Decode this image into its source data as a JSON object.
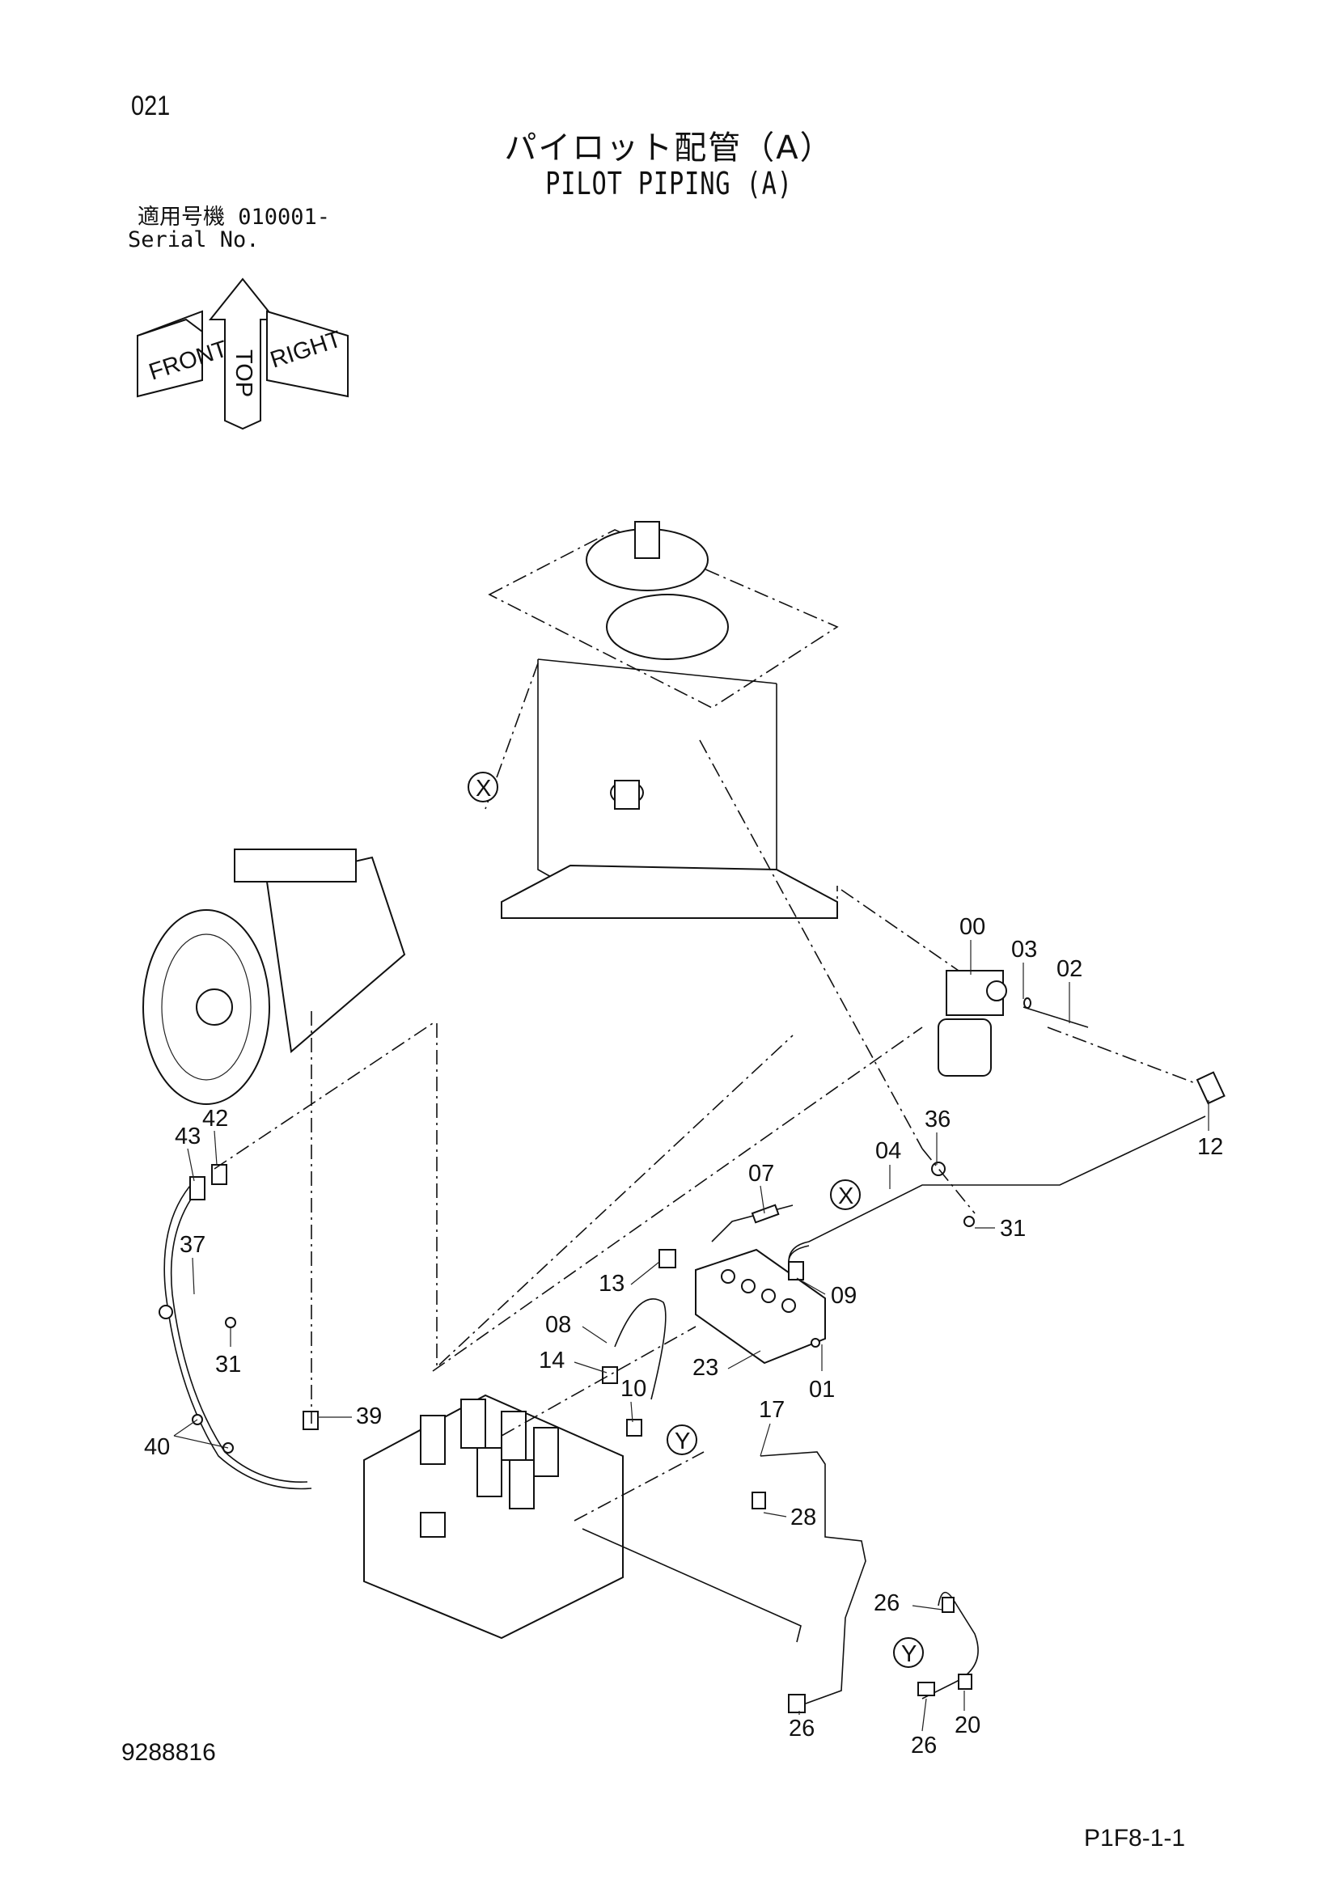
{
  "header": {
    "page_code": "021",
    "title_jp": "パイロット配管（A）",
    "title_en": "PILOT PIPING (A)",
    "serial_label_jp": "適用号機",
    "serial_value": "010001-",
    "serial_label_en": "Serial No."
  },
  "orientation": {
    "top": "TOP",
    "front": "FRONT",
    "right": "RIGHT"
  },
  "callouts": {
    "x_marker": "X",
    "y_marker": "Y",
    "p00": "00",
    "p01": "01",
    "p02": "02",
    "p03": "03",
    "p04": "04",
    "p07": "07",
    "p08": "08",
    "p09": "09",
    "p10": "10",
    "p12": "12",
    "p13": "13",
    "p14": "14",
    "p17": "17",
    "p20": "20",
    "p23": "23",
    "p26": "26",
    "p28": "28",
    "p31": "31",
    "p36": "36",
    "p37": "37",
    "p39": "39",
    "p40": "40",
    "p42": "42",
    "p43": "43"
  },
  "footer": {
    "doc_number": "9288816",
    "page_id": "P1F8-1-1"
  }
}
